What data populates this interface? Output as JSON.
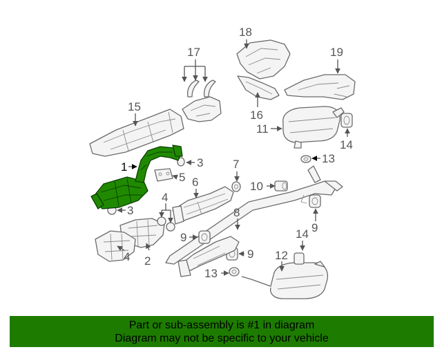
{
  "diagram": {
    "callouts": [
      "1",
      "2",
      "3",
      "3",
      "4",
      "4",
      "5",
      "6",
      "7",
      "8",
      "9",
      "9",
      "9",
      "10",
      "11",
      "12",
      "13",
      "13",
      "14",
      "14",
      "15",
      "16",
      "17",
      "18",
      "19"
    ],
    "highlighted_part": "1",
    "highlight_color": "#1f8a00"
  },
  "banner": {
    "line1": "Part or sub-assembly is #1 in diagram",
    "line2": "Diagram may not be specific to your vehicle",
    "background": "#1d7c00"
  }
}
